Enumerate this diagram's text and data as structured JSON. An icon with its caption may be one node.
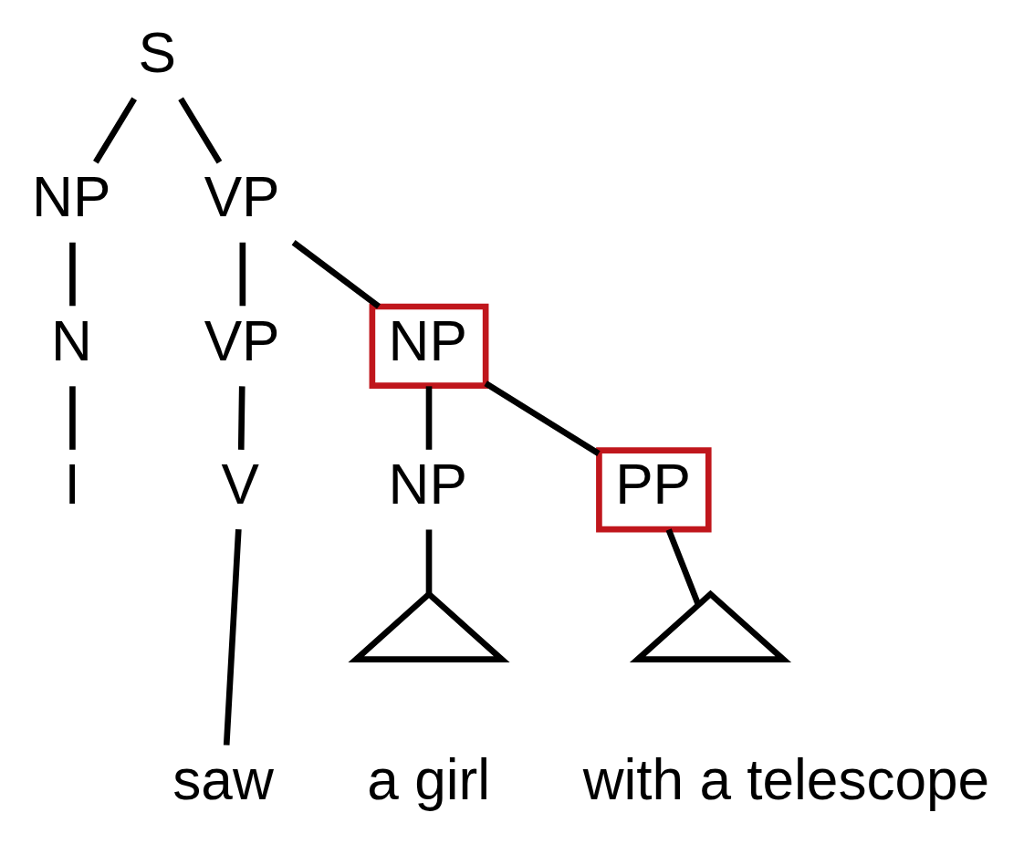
{
  "diagram": {
    "nodes": [
      {
        "text": [
          "S"
        ]
      },
      {
        "text": [
          "NP"
        ]
      },
      {
        "text": [
          "VP"
        ]
      },
      {
        "text": [
          "N"
        ]
      },
      {
        "text": [
          "VP"
        ]
      },
      {
        "text": [
          "NP"
        ]
      },
      {
        "text": [
          "I"
        ]
      },
      {
        "text": [
          "V"
        ]
      },
      {
        "text": [
          "NP"
        ]
      },
      {
        "text": [
          "PP"
        ]
      },
      {
        "text": [],
        "shape": "triangle"
      },
      {
        "text": [],
        "shape": "triangle"
      },
      {
        "text": [
          "saw"
        ]
      },
      {
        "text": [
          "a girl"
        ]
      },
      {
        "text": [
          "with a telescope"
        ]
      }
    ],
    "edges": [
      {
        "from": 0,
        "to": 1,
        "arrow": "none"
      },
      {
        "from": 0,
        "to": 2,
        "arrow": "none"
      },
      {
        "from": 1,
        "to": 3,
        "arrow": "none"
      },
      {
        "from": 2,
        "to": 4,
        "arrow": "none"
      },
      {
        "from": 2,
        "to": 5,
        "arrow": "none"
      },
      {
        "from": 3,
        "to": 6,
        "arrow": "none"
      },
      {
        "from": 4,
        "to": 7,
        "arrow": "none"
      },
      {
        "from": 5,
        "to": 8,
        "arrow": "none"
      },
      {
        "from": 5,
        "to": 9,
        "arrow": "none"
      },
      {
        "from": 7,
        "to": 12,
        "arrow": "none"
      },
      {
        "from": 8,
        "to": 10,
        "arrow": "none"
      },
      {
        "from": 9,
        "to": 11,
        "arrow": "none"
      }
    ]
  }
}
